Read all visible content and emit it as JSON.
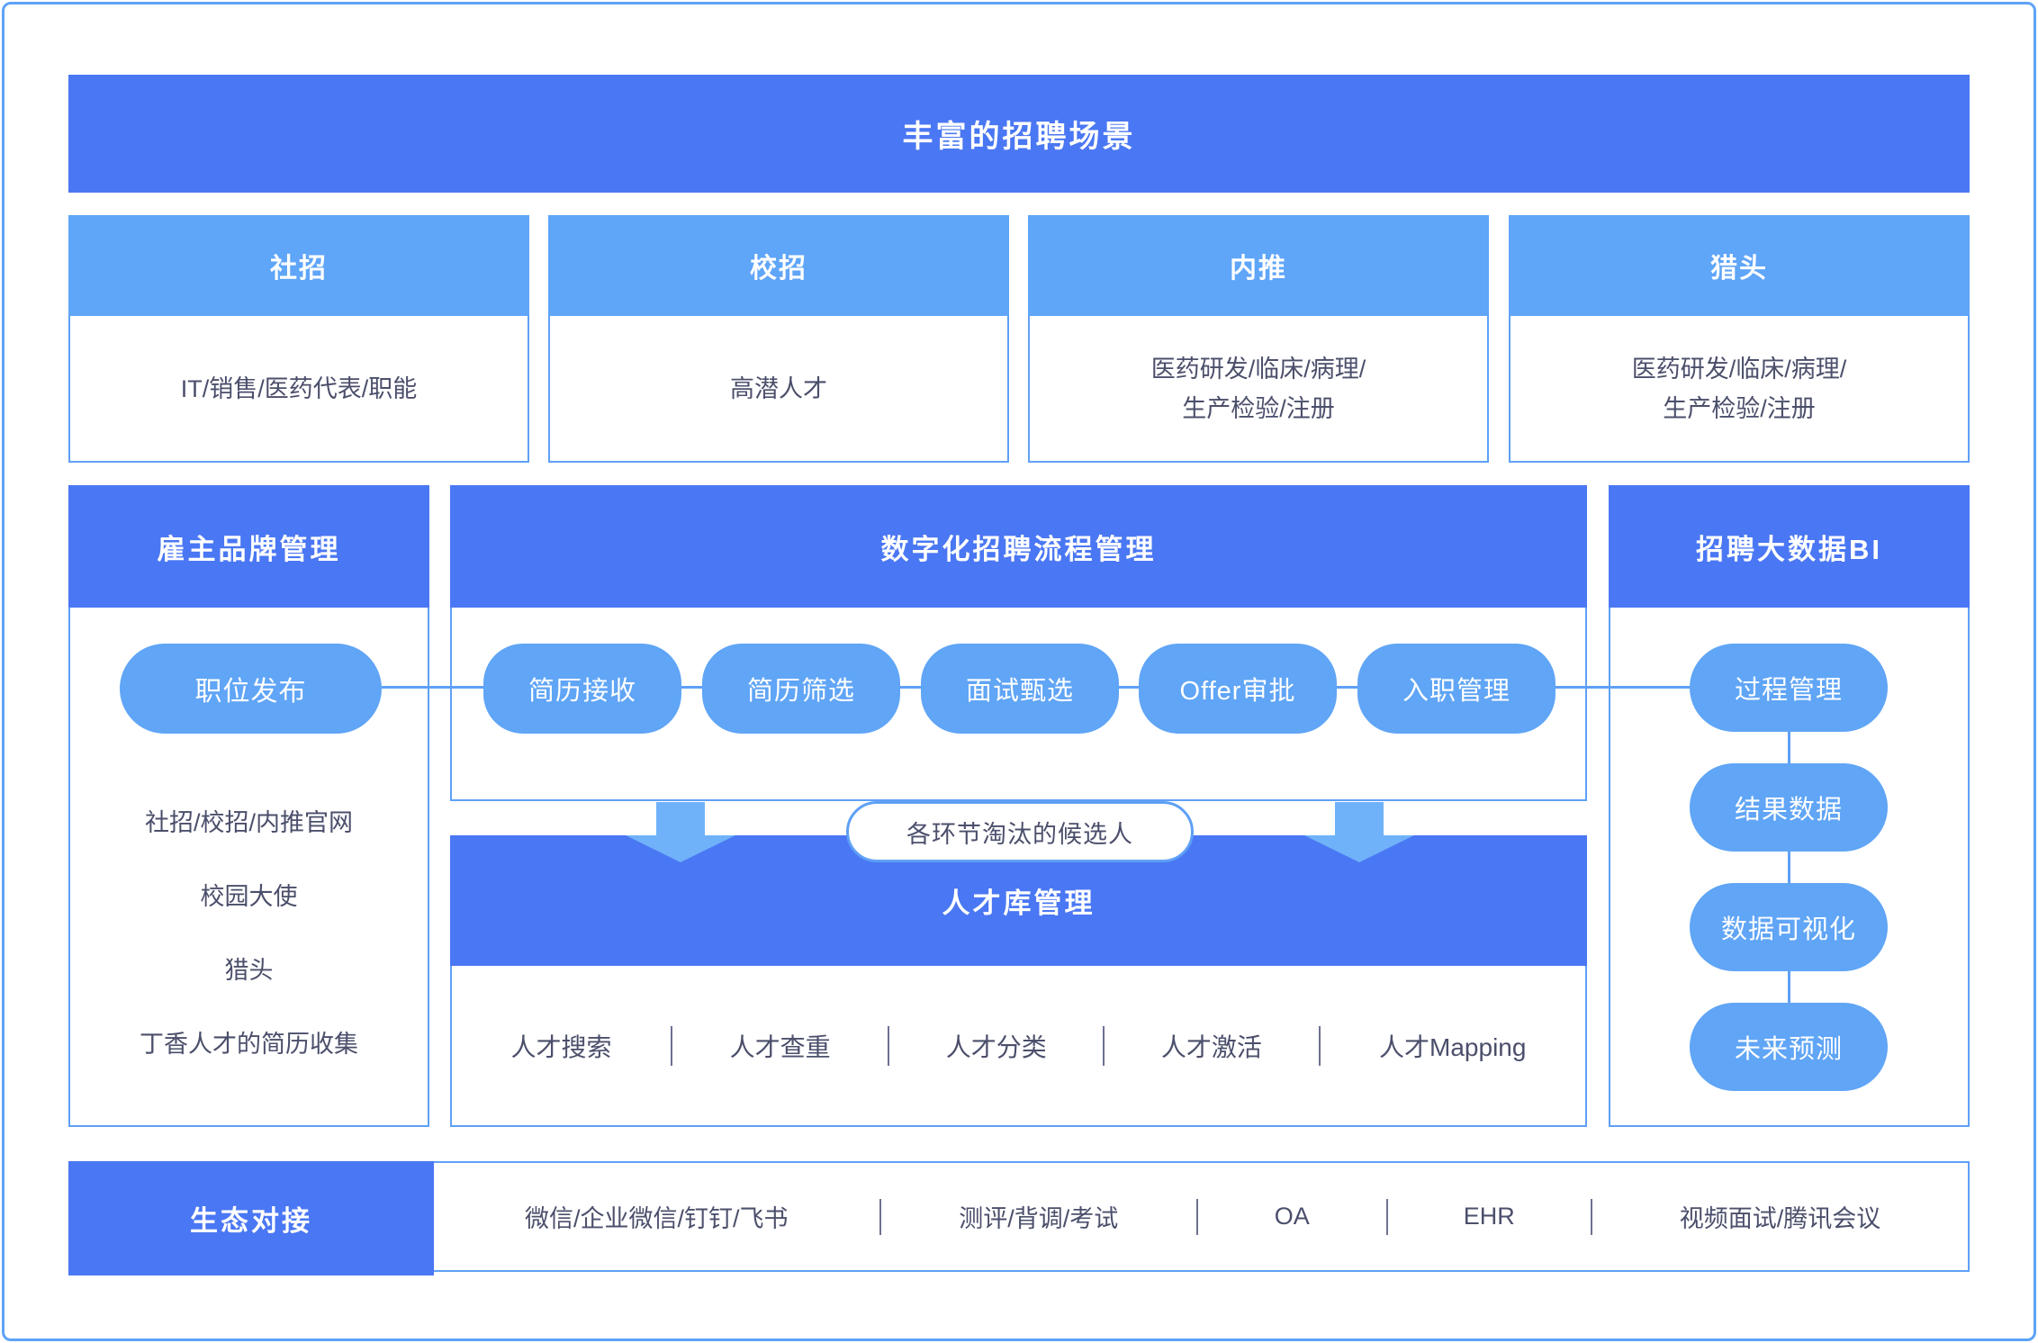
{
  "colors": {
    "primary": "#4A77F3",
    "header": "#5FA5F8",
    "pill": "#60A5F6",
    "arrow": "#70B2F9",
    "line": "#5EA0F6",
    "outer_border": "#5EA3F7",
    "divider": "#6E7191",
    "text": "#4B4F6B"
  },
  "banner": {
    "title": "丰富的招聘场景"
  },
  "scenarios": [
    {
      "title": "社招",
      "lines": [
        "IT/销售/医药代表/职能"
      ]
    },
    {
      "title": "校招",
      "lines": [
        "高潜人才"
      ]
    },
    {
      "title": "内推",
      "lines": [
        "医药研发/临床/病理/",
        "生产检验/注册"
      ]
    },
    {
      "title": "猎头",
      "lines": [
        "医药研发/临床/病理/",
        "生产检验/注册"
      ]
    }
  ],
  "employer_brand": {
    "title": "雇主品牌管理",
    "pill": "职位发布",
    "items": [
      "社招/校招/内推官网",
      "校园大使",
      "猎头",
      "丁香人才的简历收集"
    ]
  },
  "process": {
    "title": "数字化招聘流程管理",
    "steps": [
      "简历接收",
      "简历筛选",
      "面试甄选",
      "Offer审批",
      "入职管理"
    ]
  },
  "eliminated_bubble": {
    "label": "各环节淘汰的候选人"
  },
  "talent_pool": {
    "title": "人才库管理",
    "items": [
      "人才搜索",
      "人才查重",
      "人才分类",
      "人才激活",
      "人才Mapping"
    ]
  },
  "bi": {
    "title": "招聘大数据BI",
    "pills": [
      "过程管理",
      "结果数据",
      "数据可视化",
      "未来预测"
    ]
  },
  "ecosystem": {
    "title": "生态对接",
    "items": [
      "微信/企业微信/钉钉/飞书",
      "测评/背调/考试",
      "OA",
      "EHR",
      "视频面试/腾讯会议"
    ]
  }
}
